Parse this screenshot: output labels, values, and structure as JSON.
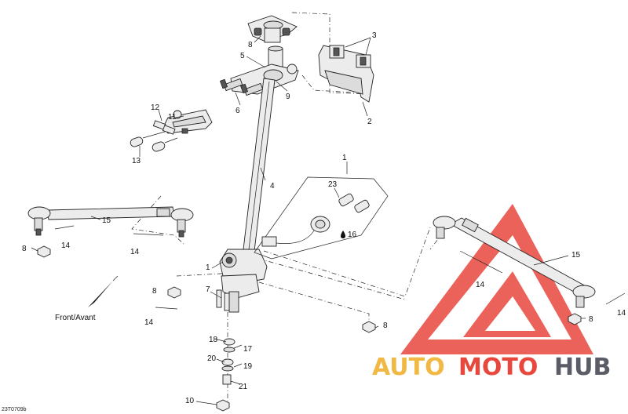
{
  "diagram_code": "23T0709b",
  "direction_label": "Front/Avant",
  "oil_symbol": "●",
  "callouts": {
    "c1a": "1",
    "c1b": "1",
    "c2": "2",
    "c3": "3",
    "c4": "4",
    "c5": "5",
    "c6": "6",
    "c7": "7",
    "c8a": "8",
    "c8b": "8",
    "c8c": "8",
    "c8d": "8",
    "c8e": "8",
    "c9": "9",
    "c10": "10",
    "c11": "11",
    "c12": "12",
    "c13": "13",
    "c14a": "14",
    "c14b": "14",
    "c14c": "14",
    "c14d": "14",
    "c14e": "14",
    "c15a": "15",
    "c15b": "15",
    "c16": "16",
    "c17": "17",
    "c18": "18",
    "c19": "19",
    "c20": "20",
    "c21": "21",
    "c23": "23"
  },
  "watermark": {
    "part1": "AUTO",
    "part2": "MOTO",
    "part3": "HUB",
    "color_auto": "#f1b843",
    "color_moto": "#e8473d",
    "color_hub": "#5a5d66"
  }
}
